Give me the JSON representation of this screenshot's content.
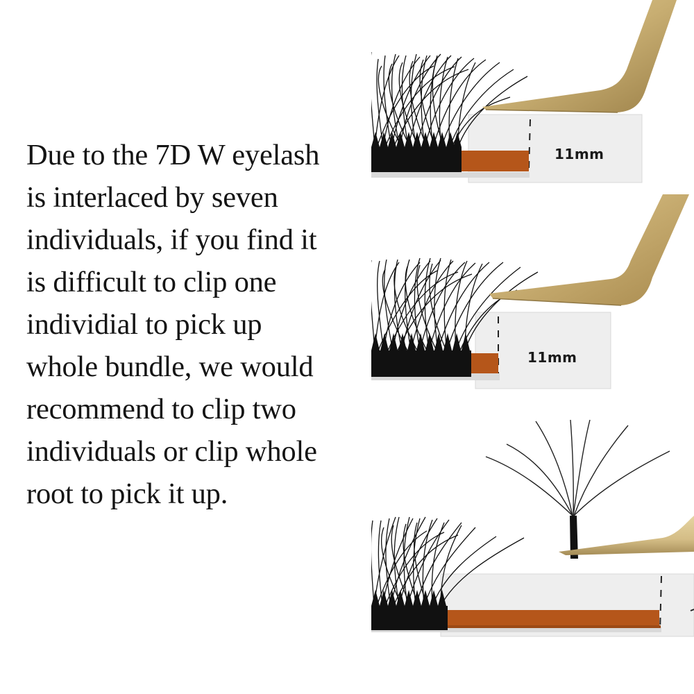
{
  "instruction": {
    "lines": [
      "Due to the 7D W eyelash",
      "is interlaced by seven",
      "individuals, if you find it",
      "is difficult to clip one",
      "individial to pick up",
      "whole bundle, we would",
      "recommend to clip two",
      "individuals or clip whole",
      "root to pick it up."
    ]
  },
  "photos": [
    {
      "id": "photo-1",
      "description": "Tweezers clipping one individual from a lash tray strip",
      "ruler_label": "11mm"
    },
    {
      "id": "photo-2",
      "description": "Tweezers clipping two individuals from a lash tray strip",
      "ruler_label": "11mm"
    },
    {
      "id": "photo-3",
      "description": "Single 7D W lash fan picked up by its root with tweezers",
      "ruler_label": ""
    }
  ],
  "colors": {
    "background": "#ffffff",
    "text": "#141414",
    "lash": "#111111",
    "tray_strip": "#b5561a",
    "tweezer_gold": "#c9b27a",
    "tweezer_shadow": "#9d8450",
    "ruler_card": "#eeeeee"
  }
}
